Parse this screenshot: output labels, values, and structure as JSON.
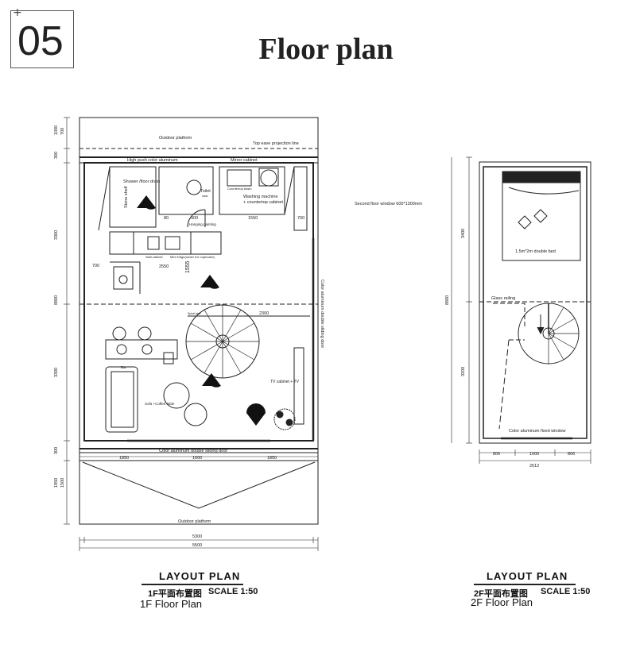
{
  "header": {
    "number": "05",
    "title": "Floor plan"
  },
  "plan_1f": {
    "outdoor_top": "Outdoor platform",
    "eave_line": "Top eave projection line",
    "aluminum_label": "High push color aluminum",
    "mirror_cabinet": "Mirror cabinet",
    "shower": "Shower /floor drain",
    "toilet": "Toilet",
    "stone_shelf": "Stone shelf",
    "washing": "Washing machine",
    "countertop": "+ countertop cabinet",
    "counter_basin": "Countertop basin",
    "hanging_painting": "Hanging painting",
    "rack": "rack",
    "wall_cabinet": "Wall cabinet",
    "mini_fridge": "Mini fridge(under the cupboard)",
    "sliding_door_side": "Color aluminum double sliding door",
    "bar": "Bar",
    "sofa": "Sofa +Coffee table",
    "tv": "TV cabinet + TV",
    "bottom_door": "Color aluminum double sliding door",
    "outdoor_bottom": "Outdoor platform",
    "spiral_note": "Spiral stair",
    "dims": {
      "d_1850a": "1850",
      "d_1600": "1600",
      "d_1850b": "1850",
      "d_5300": "5300",
      "d_5500": "5500",
      "d_2550": "2550",
      "d_2300": "2300",
      "d_1550": "1550",
      "d_700a": "700",
      "d_700b": "700",
      "d_1555": "1555",
      "d_900": "900",
      "d_80": "80",
      "l_1000": "1000",
      "l_300a": "300",
      "l_3300a": "3300",
      "l_8800": "8800",
      "l_3300b": "3300",
      "l_300b": "300",
      "l_1850": "1850",
      "l_1500": "1500",
      "l_700": "700"
    }
  },
  "plan_2f": {
    "window_note": "Second floor window 600*1300mm",
    "bed": "1.5m*2m double bed",
    "railing": "Glass railing",
    "fixed_window": "Color aluminum fixed window",
    "dims": {
      "d_806a": "806",
      "d_1000": "1000",
      "d_806b": "806",
      "d_2612": "2612",
      "l_3400": "3400",
      "l_8800": "8800",
      "l_3200": "3200"
    }
  },
  "captions": {
    "left_layout": "LAYOUT PLAN",
    "left_cn": "1F平面布置图",
    "left_scale": "SCALE 1:50",
    "left_en": "1F Floor Plan",
    "right_layout": "LAYOUT PLAN",
    "right_cn": "2F平面布置图",
    "right_scale": "SCALE 1:50",
    "right_en": "2F Floor Plan"
  }
}
